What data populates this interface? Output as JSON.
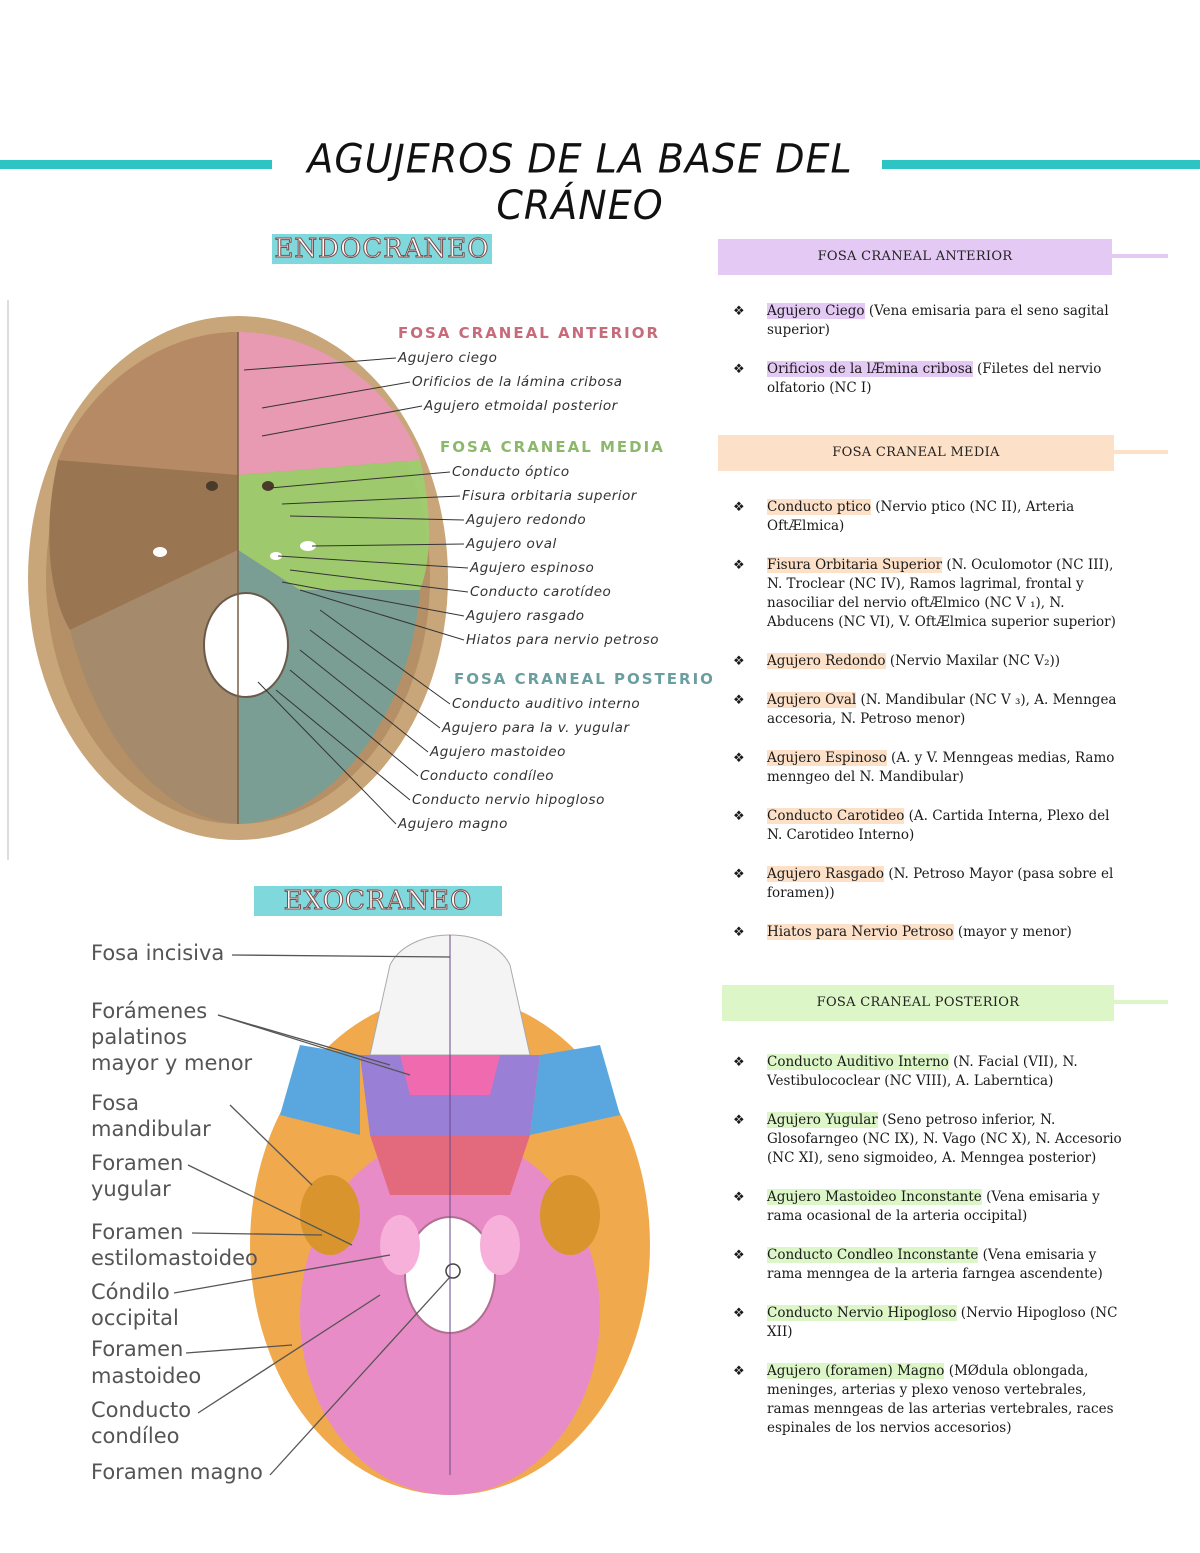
{
  "title": "AGUJEROS DE LA BASE DEL CRÁNEO",
  "colors": {
    "accent": "#2ec4c4",
    "anterior": "#e4c9f5",
    "media": "#fde0c8",
    "posterior": "#dcf6c8"
  },
  "endo": {
    "tag": "ENDOCRANEO",
    "groups": {
      "anterior": "FOSA CRANEAL ANTERIOR",
      "media": "FOSA CRANEAL MEDIA",
      "posterior": "FOSA CRANEAL POSTERIOR"
    },
    "labels": [
      "Agujero ciego",
      "Orificios de la lámina cribosa",
      "Agujero etmoidal posterior",
      "Conducto óptico",
      "Fisura orbitaria superior",
      "Agujero redondo",
      "Agujero oval",
      "Agujero espinoso",
      "Conducto carotídeo",
      "Agujero rasgado",
      "Hiatos para nervio petroso",
      "Conducto auditivo interno",
      "Agujero para la v. yugular",
      "Agujero mastoideo",
      "Conducto condíleo",
      "Conducto nervio hipogloso",
      "Agujero magno"
    ]
  },
  "exo": {
    "tag": "EXOCRANEO",
    "labels": [
      "Fosa incisiva",
      "Forámenes",
      "palatinos",
      "mayor y menor",
      "Fosa",
      "mandibular",
      "Foramen",
      "yugular",
      "Foramen",
      "estilomastoideo",
      "Cóndilo",
      "occipital",
      "Foramen",
      "mastoideo",
      "Conducto",
      "condíleo",
      "Foramen magno"
    ]
  },
  "sections": {
    "anterior": {
      "header": "FOSA CRANEAL ANTERIOR",
      "items": [
        {
          "term": "Agujero Ciego",
          "desc": " (Vena emisaria para el seno sagital superior)"
        },
        {
          "term": "Orificios de la lÆmina cribosa",
          "desc": " (Filetes del nervio olfatorio (NC I)"
        }
      ]
    },
    "media": {
      "header": "FOSA CRANEAL MEDIA",
      "items": [
        {
          "term": "Conducto     ptico",
          "desc": " (Nervio     ptico (NC II), Arteria OftÆlmica)"
        },
        {
          "term": "Fisura Orbitaria Superior",
          "desc": "   (N. Oculomotor (NC III), N. Troclear (NC IV), Ramos lagrimal, frontal y nasociliar del nervio oftÆlmico (NC V       ₁), N. Abducens (NC VI), V. OftÆlmica superior superior)"
        },
        {
          "term": "Agujero Redondo",
          "desc": " (Nervio Maxilar (NC V₂))"
        },
        {
          "term": "Agujero Oval",
          "desc": "   (N. Mandibular (NC V         ₃), A. Menngea accesoria, N. Petroso menor)"
        },
        {
          "term": "Agujero Espinoso",
          "desc": "   (A. y V. Menngeas medias, Ramo menngeo del N. Mandibular)"
        },
        {
          "term": "Conducto Carotideo",
          "desc": "   (A. Cartida Interna, Plexo del N. Carotideo Interno)"
        },
        {
          "term": "Agujero Rasgado",
          "desc": " (N. Petroso Mayor (pasa sobre el foramen))"
        },
        {
          "term": "Hiatos para Nervio Petroso",
          "desc": " (mayor y menor)"
        }
      ]
    },
    "posterior": {
      "header": "FOSA CRANEAL POSTERIOR",
      "items": [
        {
          "term": "Conducto Auditivo Interno",
          "desc": "   (N. Facial (VII), N. Vestibulococlear (NC VIII), A. Laberntica)"
        },
        {
          "term": "Agujero Yugular",
          "desc": "   (Seno petroso inferior, N. Glosofarngeo (NC IX), N. Vago (NC X), N. Accesorio (NC XI), seno sigmoideo, A. Menngea posterior)"
        },
        {
          "term": "Agujero Mastoideo Inconstante",
          "desc": "   (Vena emisaria y rama ocasional de la arteria occipital)"
        },
        {
          "term": "Conducto Condleo Inconstante",
          "desc": "   (Vena emisaria y rama menngea de la arteria farngea ascendente)"
        },
        {
          "term": "Conducto Nervio Hipogloso",
          "desc": "   (Nervio Hipogloso (NC XII)"
        },
        {
          "term": "Agujero (foramen) Magno",
          "desc": "   (MØdula oblongada, meninges, arterias y plexo venoso vertebrales, ramas menngeas de las arterias vertebrales, races espinales de los nervios accesorios)"
        }
      ]
    }
  }
}
